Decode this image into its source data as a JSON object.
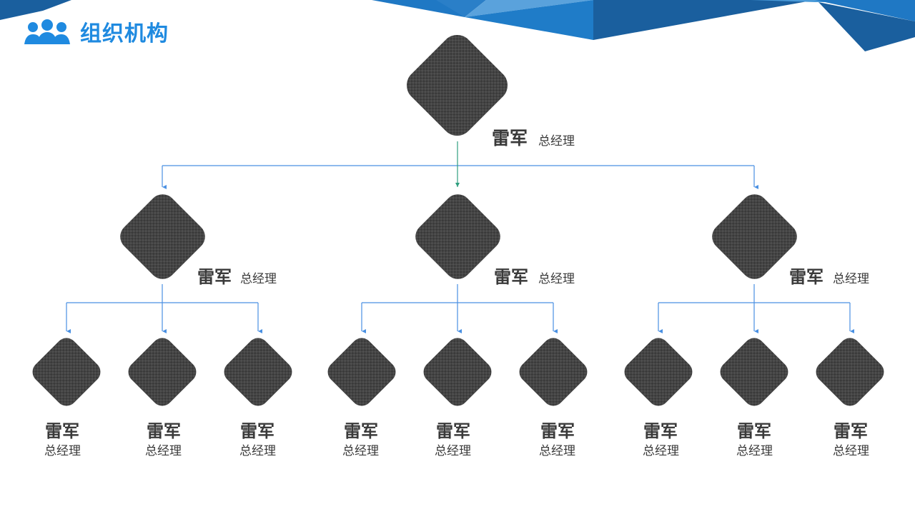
{
  "header": {
    "title": "组织机构",
    "icon": "people-group-icon",
    "accent": "#1f8ae0"
  },
  "colors": {
    "connector": "#4a90e2",
    "connector_top": "#2e9e7e",
    "node": "#3a3a3a",
    "banner_dark": "#1a5f9e",
    "banner_mid": "#1f78c4",
    "banner_light": "#4a9ad8"
  },
  "root": {
    "name": "雷军",
    "role": "总经理"
  },
  "level2": [
    {
      "name": "雷军",
      "role": "总经理"
    },
    {
      "name": "雷军",
      "role": "总经理"
    },
    {
      "name": "雷军",
      "role": "总经理"
    }
  ],
  "level3": [
    {
      "name": "雷军",
      "role": "总经理"
    },
    {
      "name": "雷军",
      "role": "总经理"
    },
    {
      "name": "雷军",
      "role": "总经理"
    },
    {
      "name": "雷军",
      "role": "总经理"
    },
    {
      "name": "雷军",
      "role": "总经理"
    },
    {
      "name": "雷军",
      "role": "总经理"
    },
    {
      "name": "雷军",
      "role": "总经理"
    },
    {
      "name": "雷军",
      "role": "总经理"
    },
    {
      "name": "雷军",
      "role": "总经理"
    }
  ]
}
